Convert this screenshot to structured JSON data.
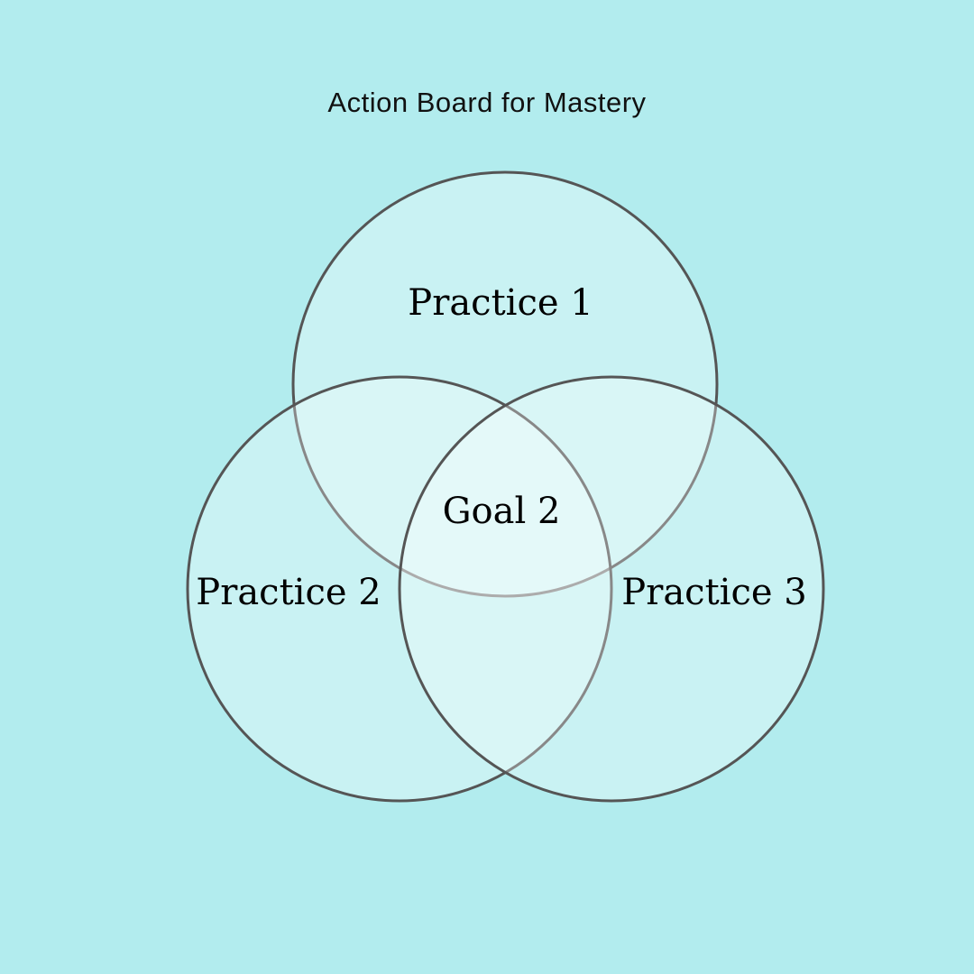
{
  "title": "Action Board for Mastery",
  "labels": {
    "top": "Practice 1",
    "left": "Practice 2",
    "right": "Practice 3",
    "center": "Goal 2"
  },
  "colors": {
    "background": "#b2ecee",
    "circle_fill": "#ffffff",
    "circle_stroke": "#555555"
  }
}
